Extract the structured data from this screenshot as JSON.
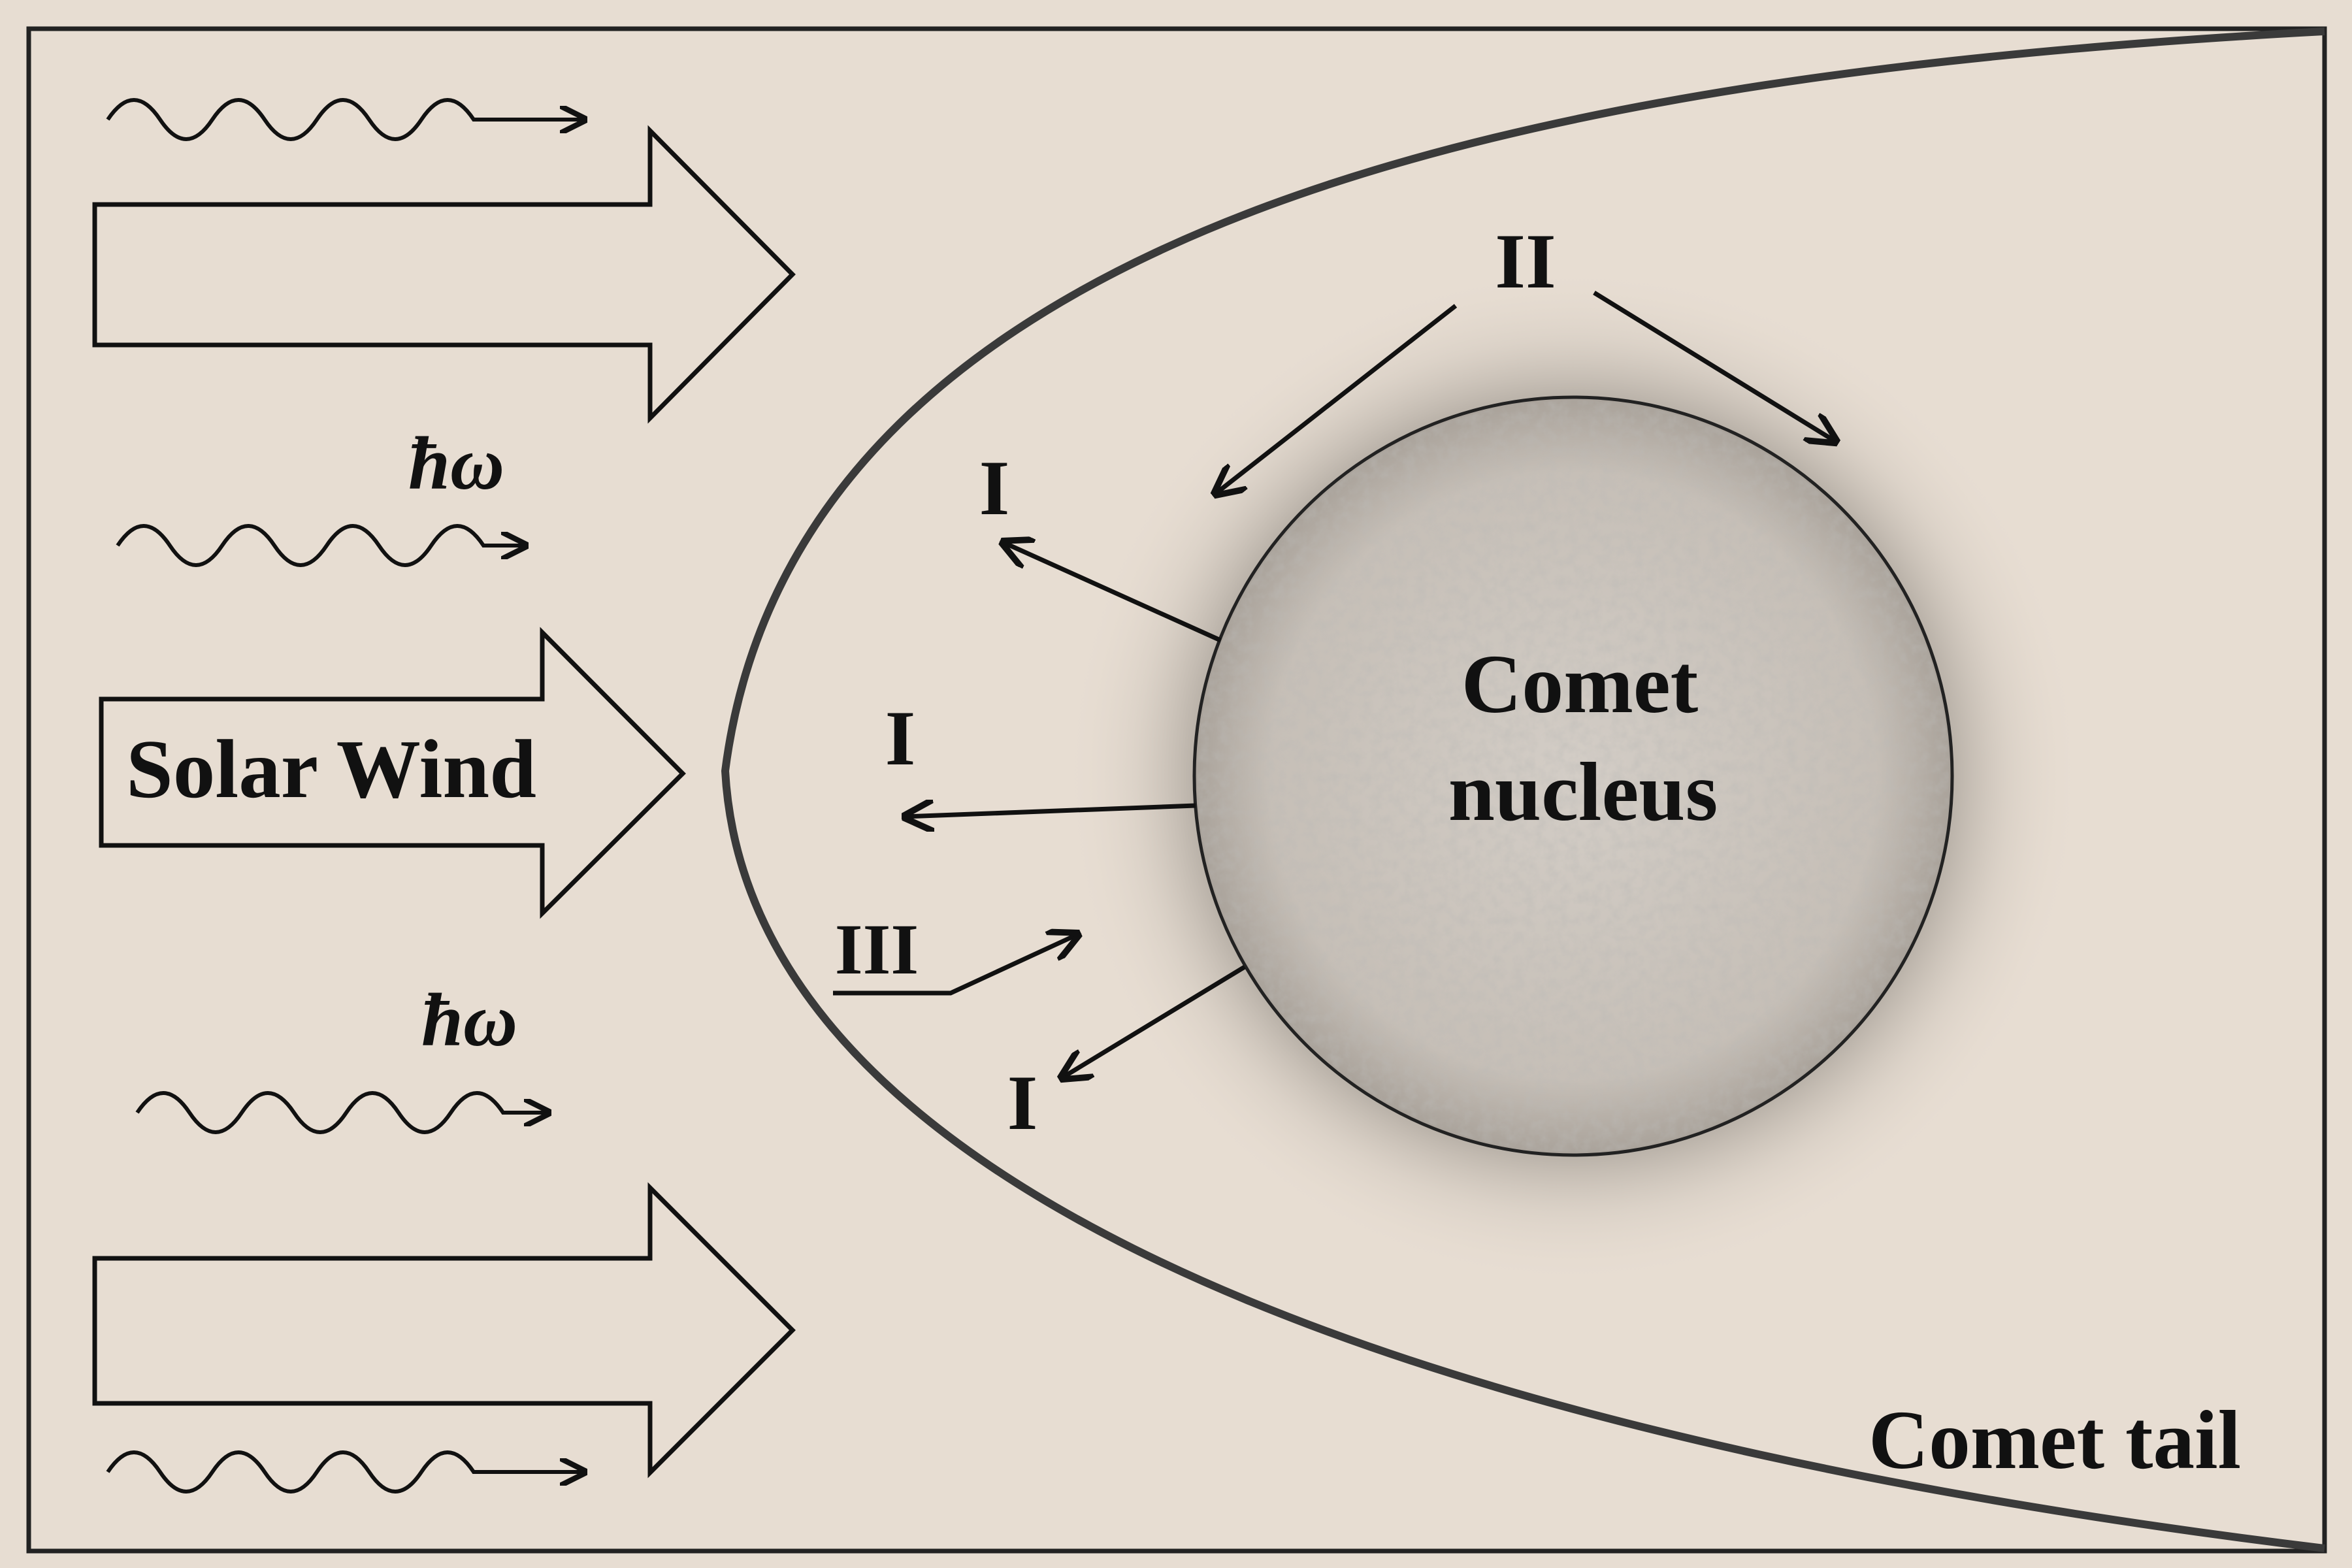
{
  "labels": {
    "solar_wind": "Solar Wind",
    "photon_1": "ħω",
    "photon_2": "ħω",
    "nucleus_line1": "Comet",
    "nucleus_line2": "nucleus",
    "comet_tail": "Comet tail",
    "region_II": "II",
    "region_I_upper": "I",
    "region_I_middle": "I",
    "region_I_lower": "I",
    "region_III": "III"
  },
  "colors": {
    "background": "#e7ddd2",
    "ink": "#111111",
    "bow_shock": "#3a3a3a",
    "nucleus_fill": "#c8c2bb"
  }
}
